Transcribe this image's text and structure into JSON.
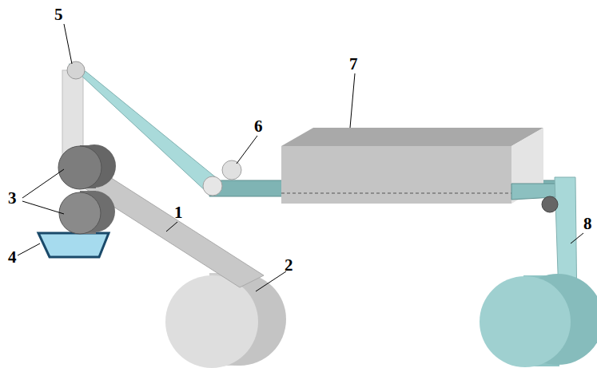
{
  "diagram": {
    "labels": [
      "5",
      "7",
      "6",
      "3",
      "1",
      "8",
      "4",
      "2"
    ]
  }
}
